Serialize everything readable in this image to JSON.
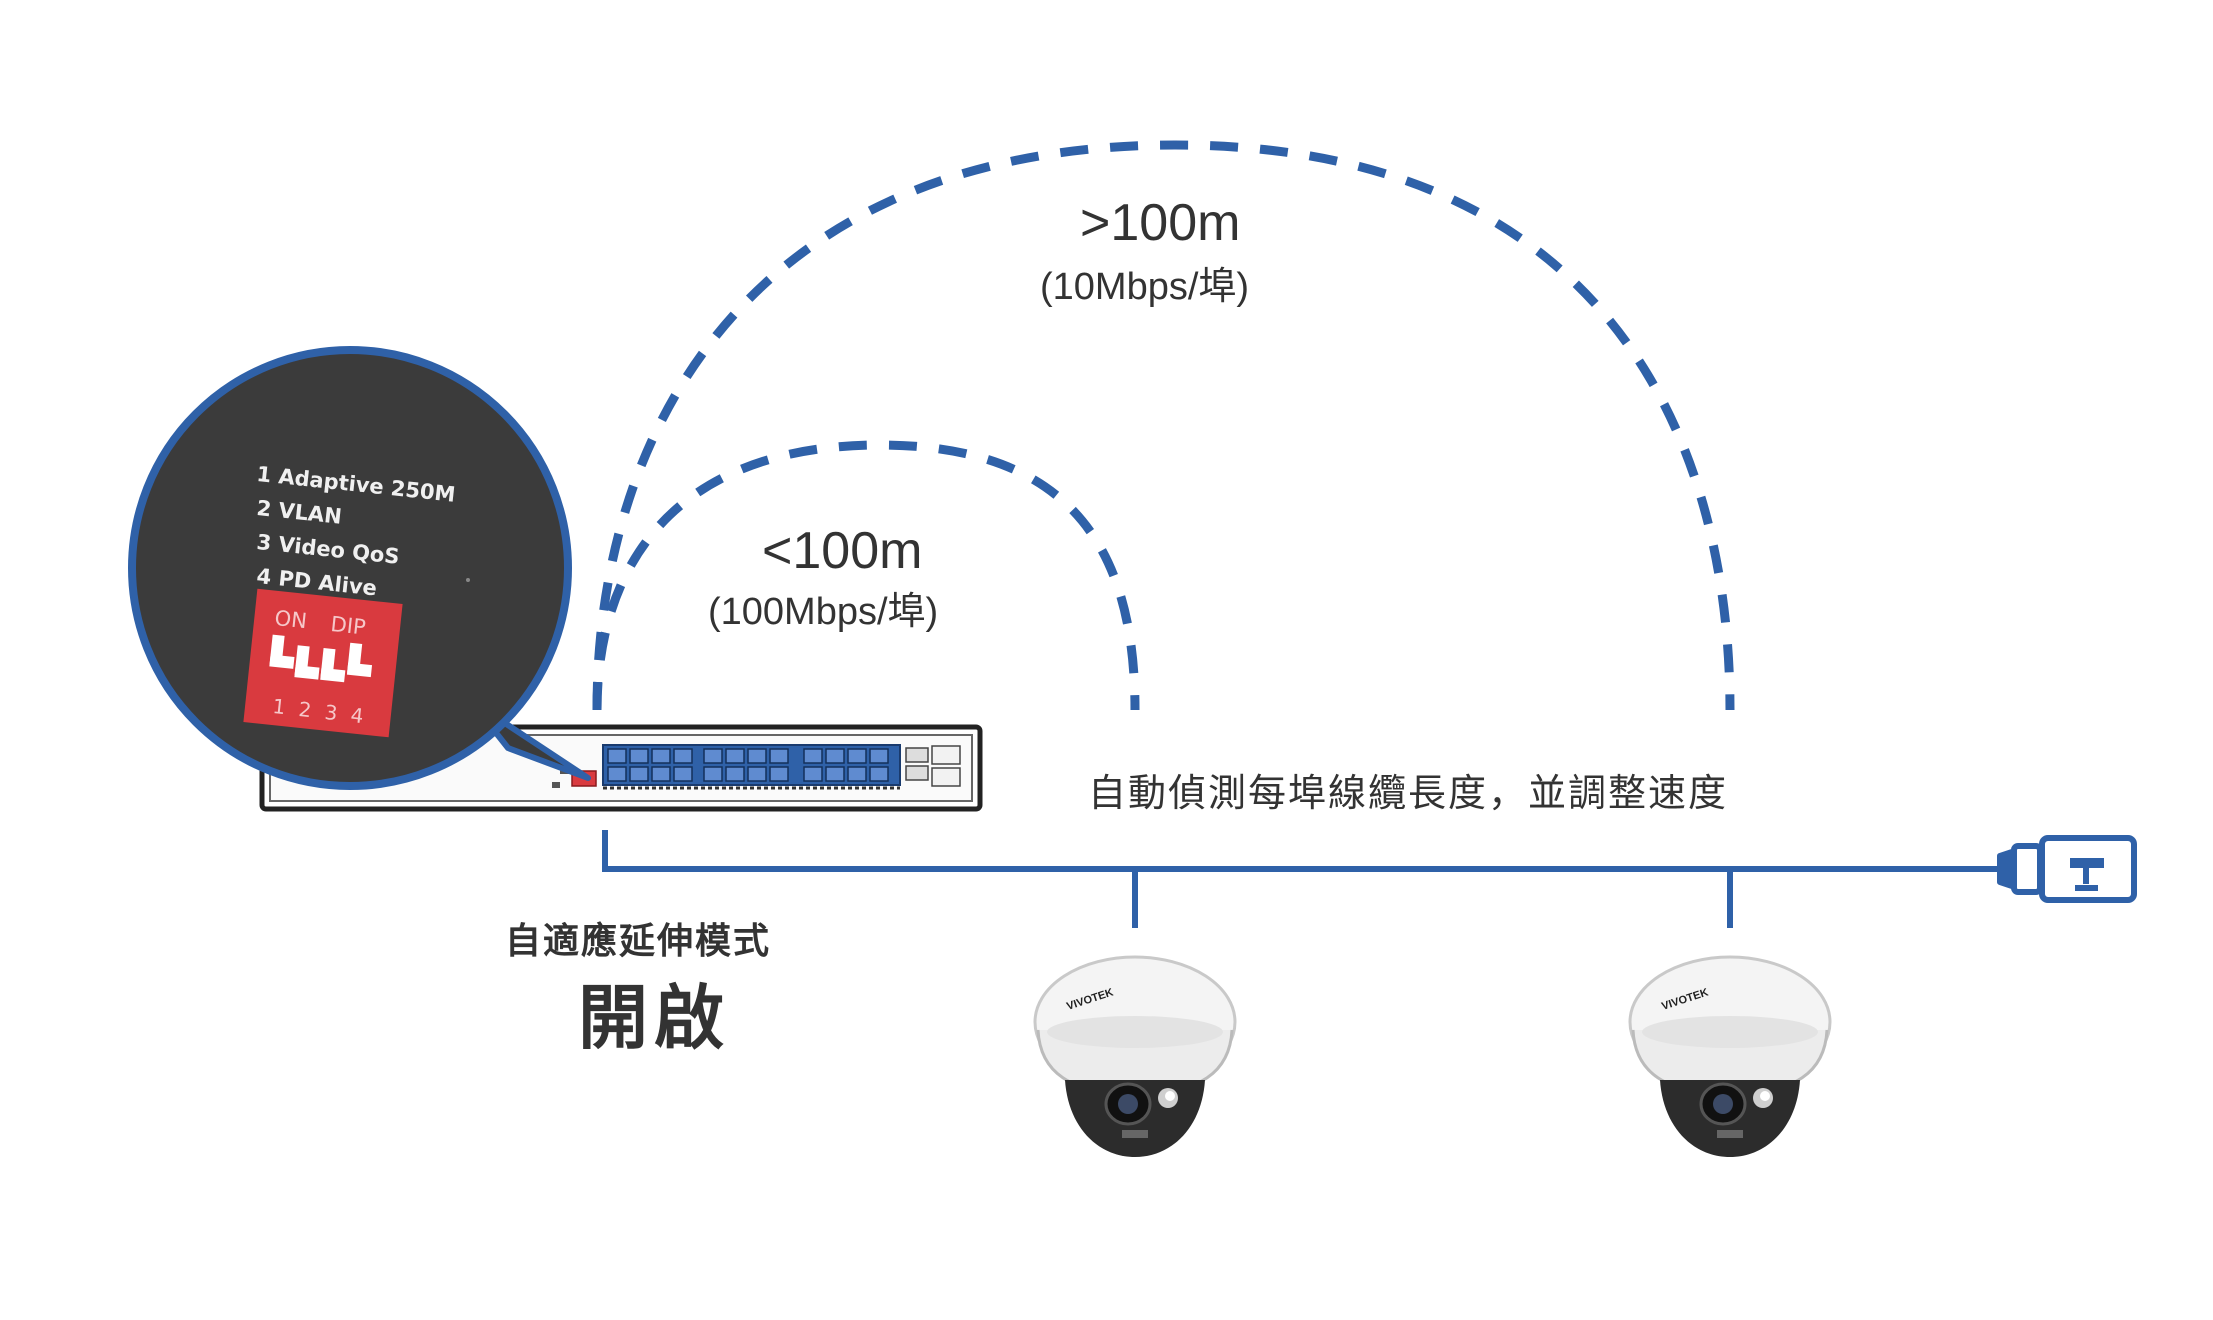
{
  "colors": {
    "accent_blue": "#2f61a8",
    "callout_bg": "#3b3b3b",
    "dip_red": "#d93a3f",
    "text": "#333333"
  },
  "ranges": {
    "far": {
      "main": ">100m",
      "sub": "(10Mbps/埠)"
    },
    "near": {
      "main": "<100m",
      "sub": "(100Mbps/埠)"
    }
  },
  "caption": "自動偵測每埠線纜長度，並調整速度",
  "mode": {
    "label": "自適應延伸模式",
    "state": "開啟"
  },
  "dip_panel": {
    "options": [
      "1 Adaptive 250M",
      "2 VLAN",
      "3 Video QoS",
      "4 PD Alive"
    ],
    "header_on": "ON",
    "header_dip": "DIP",
    "switch_numbers": [
      "1",
      "2",
      "3",
      "4"
    ]
  },
  "camera_brand": "VIVOTEK",
  "icons": [
    "network-switch-icon",
    "dome-camera-icon",
    "ethernet-plug-icon"
  ]
}
